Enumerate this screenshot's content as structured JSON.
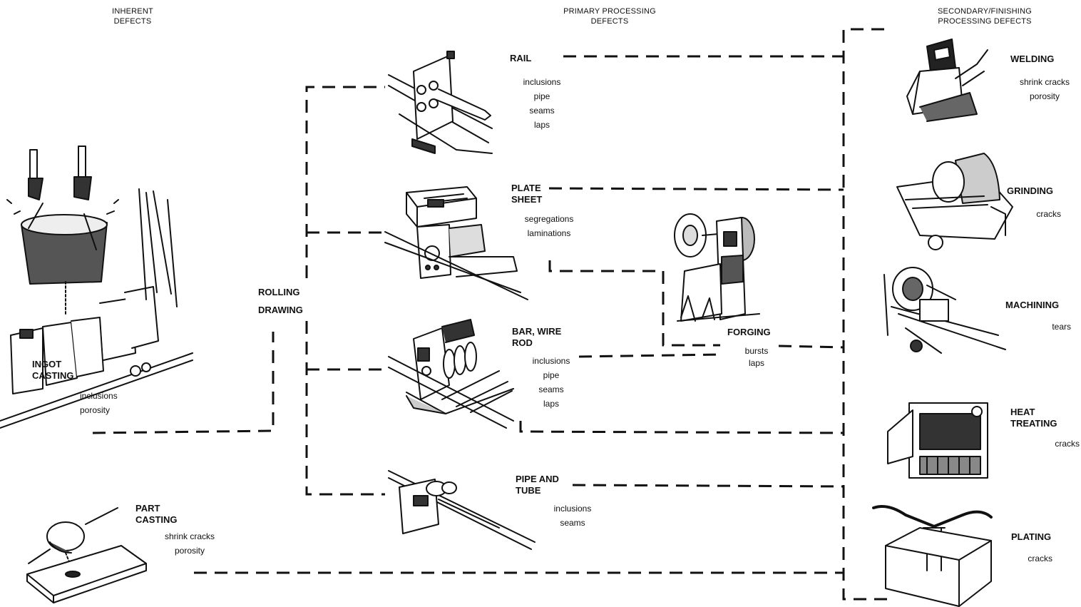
{
  "headers": {
    "inherent": [
      "INHERENT",
      "DEFECTS"
    ],
    "primary": [
      "PRIMARY PROCESSING",
      "DEFECTS"
    ],
    "secondary": [
      "SECONDARY/FINISHING",
      "PROCESSING DEFECTS"
    ]
  },
  "inherent_processes": {
    "ingot": {
      "name": [
        "INGOT",
        "CASTING"
      ],
      "defects": [
        "inclusions",
        "porosity"
      ],
      "icon": "ingot-casting-icon"
    },
    "part": {
      "name": [
        "PART",
        "CASTING"
      ],
      "defects": [
        "shrink cracks",
        "porosity"
      ],
      "icon": "part-casting-icon"
    }
  },
  "rolling_drawing": [
    "ROLLING",
    "DRAWING"
  ],
  "primary_processes": {
    "rail": {
      "name": [
        "RAIL"
      ],
      "defects": [
        "inclusions",
        "pipe",
        "seams",
        "laps"
      ],
      "icon": "rail-mill-icon"
    },
    "plate": {
      "name": [
        "PLATE",
        "SHEET"
      ],
      "defects": [
        "segregations",
        "laminations"
      ],
      "icon": "plate-mill-icon"
    },
    "bar": {
      "name": [
        "BAR, WIRE",
        "ROD"
      ],
      "defects": [
        "inclusions",
        "pipe",
        "seams",
        "laps"
      ],
      "icon": "bar-mill-icon"
    },
    "pipe": {
      "name": [
        "PIPE AND",
        "TUBE"
      ],
      "defects": [
        "inclusions",
        "seams"
      ],
      "icon": "pipe-mill-icon"
    },
    "forging": {
      "name": [
        "FORGING"
      ],
      "defects": [
        "bursts",
        "laps"
      ],
      "icon": "forging-press-icon"
    }
  },
  "secondary_processes": {
    "welding": {
      "name": [
        "WELDING"
      ],
      "defects": [
        "shrink cracks",
        "porosity"
      ],
      "icon": "welder-icon"
    },
    "grinding": {
      "name": [
        "GRINDING"
      ],
      "defects": [
        "cracks"
      ],
      "icon": "grinder-icon"
    },
    "machining": {
      "name": [
        "MACHINING"
      ],
      "defects": [
        "tears"
      ],
      "icon": "lathe-icon"
    },
    "heat": {
      "name": [
        "HEAT",
        "TREATING"
      ],
      "defects": [
        "cracks"
      ],
      "icon": "furnace-icon"
    },
    "plating": {
      "name": [
        "PLATING"
      ],
      "defects": [
        "cracks"
      ],
      "icon": "plating-tank-icon"
    }
  }
}
